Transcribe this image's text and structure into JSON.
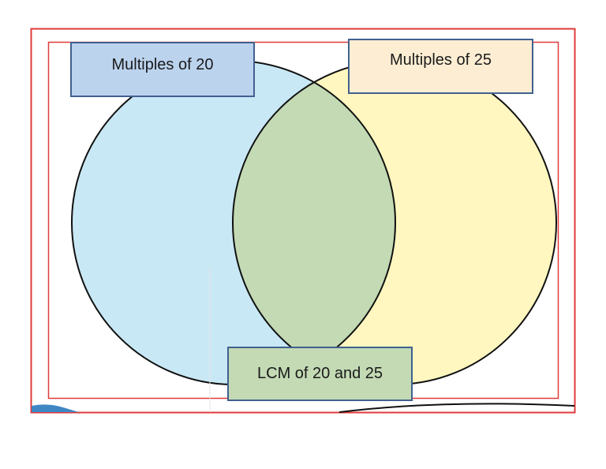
{
  "diagram": {
    "type": "venn",
    "labels": {
      "left": "Multiples of 20",
      "right": "Multiples of 25",
      "center": "LCM of 20 and 25"
    },
    "colors": {
      "left_circle": "#c9e8f5",
      "right_circle": "#fff7bf",
      "overlap": "#c3dab4",
      "left_label_bg": "#bcd3ee",
      "right_label_bg": "#fdeed3",
      "center_label_bg": "#c3dab4",
      "label_border": "#41608f",
      "frame_border": "#e03a3a",
      "circle_stroke": "#111111"
    }
  }
}
